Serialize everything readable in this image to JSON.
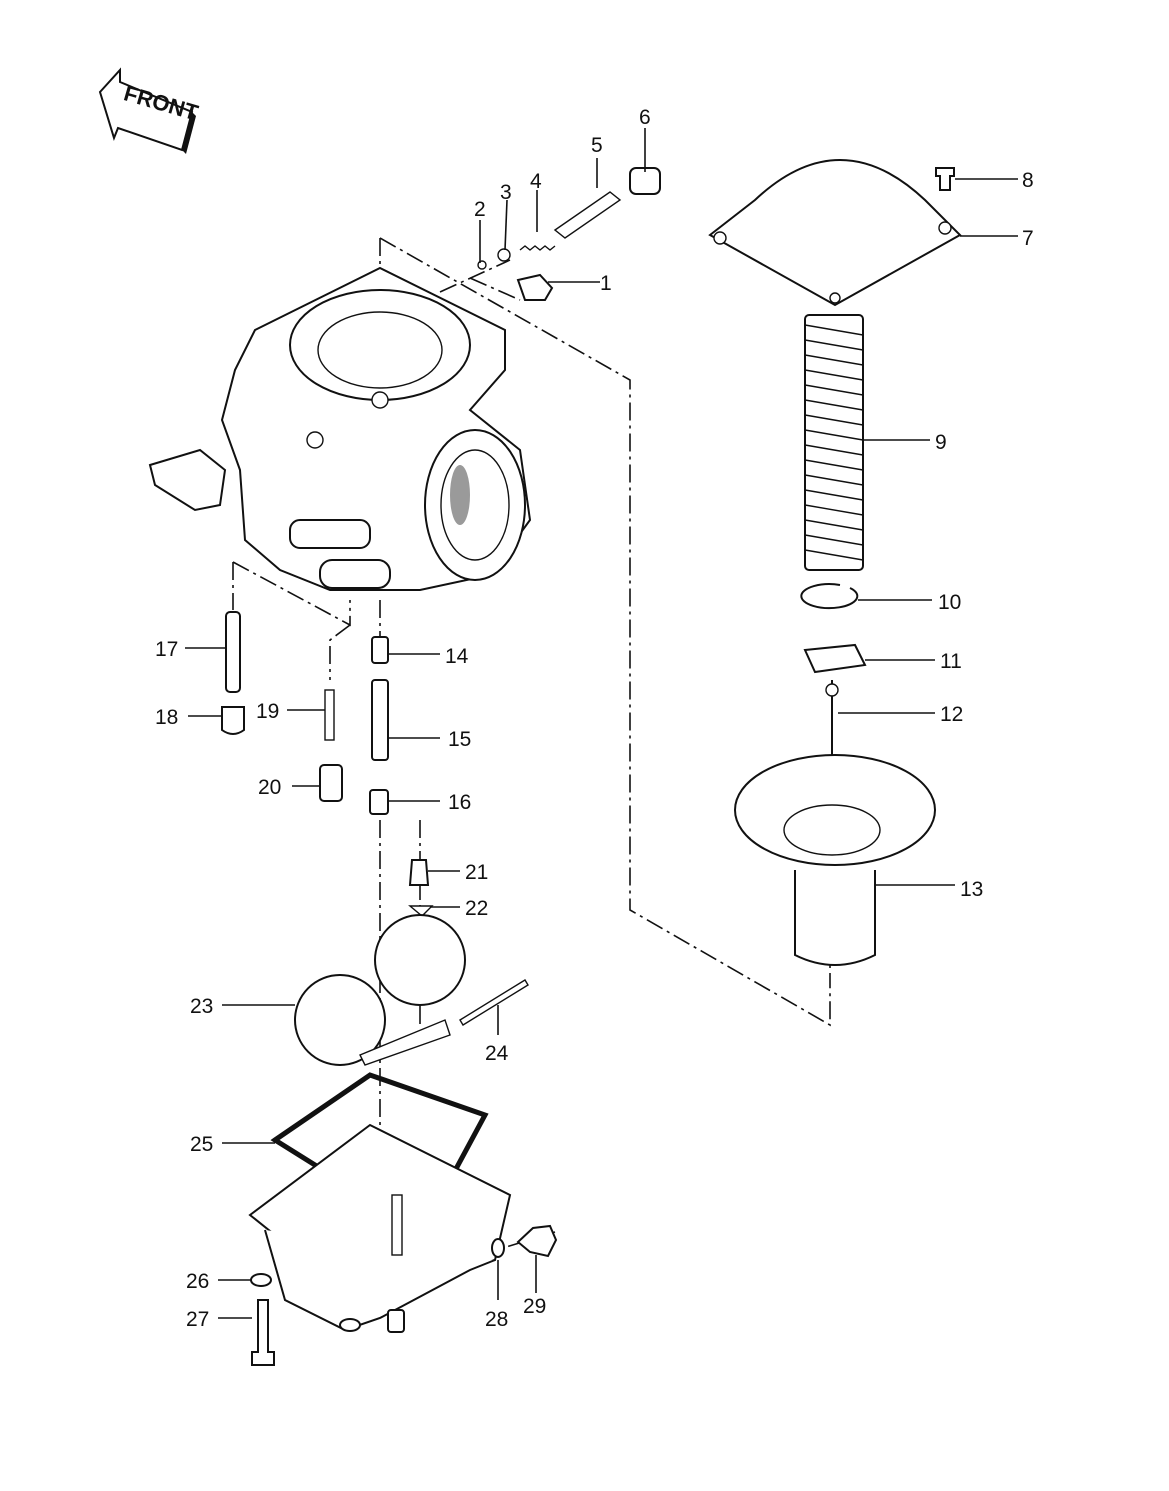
{
  "front_arrow": {
    "label": "FRONT"
  },
  "callouts": [
    "1",
    "2",
    "3",
    "4",
    "5",
    "6",
    "7",
    "8",
    "9",
    "10",
    "11",
    "12",
    "13",
    "14",
    "15",
    "16",
    "17",
    "18",
    "19",
    "20",
    "21",
    "22",
    "23",
    "24",
    "25",
    "26",
    "27",
    "28",
    "29"
  ]
}
